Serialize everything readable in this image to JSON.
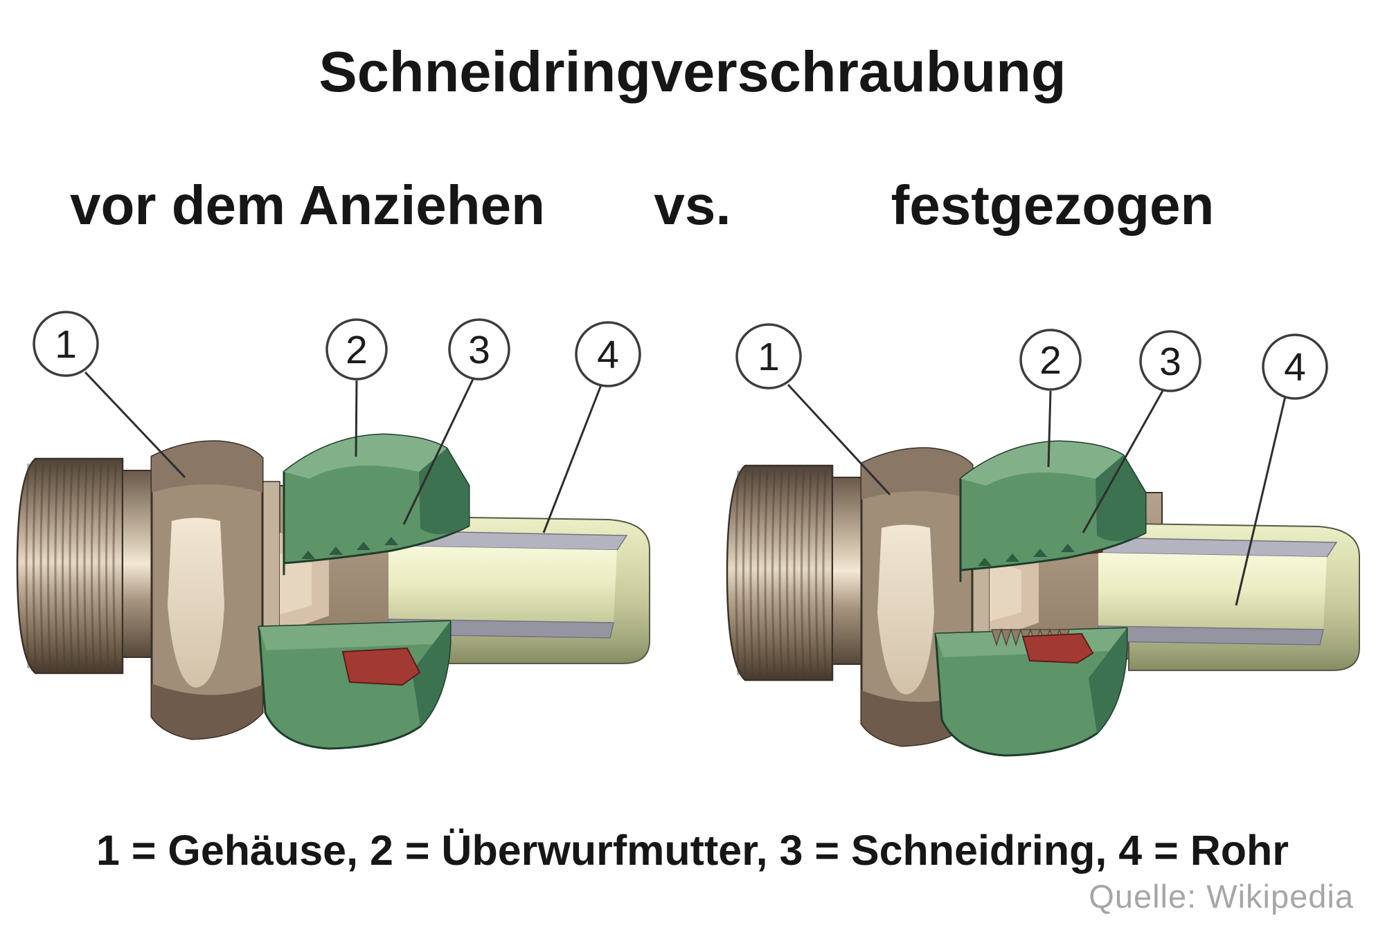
{
  "title": "Schneidringverschraubung",
  "comparison_row": {
    "left": "vor dem Anziehen",
    "middle": "vs.",
    "right": "festgezogen"
  },
  "diagrams": [
    {
      "id": "before",
      "state_label": "vor dem Anziehen",
      "callouts": [
        {
          "label": "1"
        },
        {
          "label": "2"
        },
        {
          "label": "3"
        },
        {
          "label": "4"
        }
      ]
    },
    {
      "id": "after",
      "state_label": "festgezogen",
      "callouts": [
        {
          "label": "1"
        },
        {
          "label": "2"
        },
        {
          "label": "3"
        },
        {
          "label": "4"
        }
      ]
    }
  ],
  "legend": {
    "text": "1 = Gehäuse, 2 = Überwurfmutter, 3 = Schneidring, 4 = Rohr",
    "parts": [
      {
        "number": "1",
        "name": "Gehäuse"
      },
      {
        "number": "2",
        "name": "Überwurfmutter"
      },
      {
        "number": "3",
        "name": "Schneidring"
      },
      {
        "number": "4",
        "name": "Rohr"
      }
    ]
  },
  "source": "Quelle: Wikipedia",
  "colors": {
    "background": "#ffffff",
    "text": "#161616",
    "source_text": "#a6a6a6",
    "outline": "#3a3127",
    "body_tan": "#a18e79",
    "body_top": "#8b7765",
    "body_bottom": "#6e5b4b",
    "body_face_light": "#f2e7d3",
    "thread_line": "#4a3d31",
    "stem": "#a4917b",
    "cone_cut": "#d6c1ab",
    "nut_green": "#5d9468",
    "nut_green_light": "#82b189",
    "nut_green_dark": "#3d7251",
    "nut_outline": "#1e3d2b",
    "ring_red": "#a23a33",
    "ring_red_dark": "#5c1d1a",
    "tube_yellow": "#d4d8a8",
    "tube_rim_gray": "#b3b4c0",
    "tube_rim_gray_dark": "#9495a1",
    "tube_outline": "#565947",
    "leader_line": "#2e2e2e",
    "callout_stroke": "#3d3d3d"
  }
}
